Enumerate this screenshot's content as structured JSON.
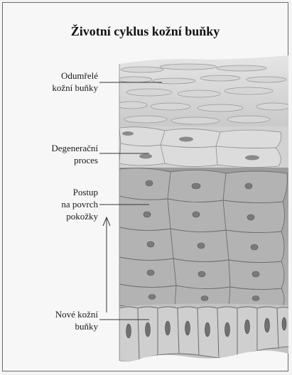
{
  "diagram": {
    "title": "Životní cyklus kožní buňky",
    "labels": {
      "dead_cells": {
        "line1": "Odumřelé",
        "line2": "kožní buňky"
      },
      "degeneration": {
        "line1": "Degenerační",
        "line2": "proces"
      },
      "progress": {
        "line1": "Postup",
        "line2": "na povrch",
        "line3": "pokožky"
      },
      "new_cells": {
        "line1": "Nové kožní",
        "line2": "buňky"
      }
    },
    "colors": {
      "outline": "#6b6b6b",
      "dead_layer": "#c9c9c9",
      "granular_layer": "#d4d4d4",
      "spinous_layer": "#a8a8a8",
      "basal_layer": "#bdbdbd",
      "nucleus": "#707070"
    }
  }
}
